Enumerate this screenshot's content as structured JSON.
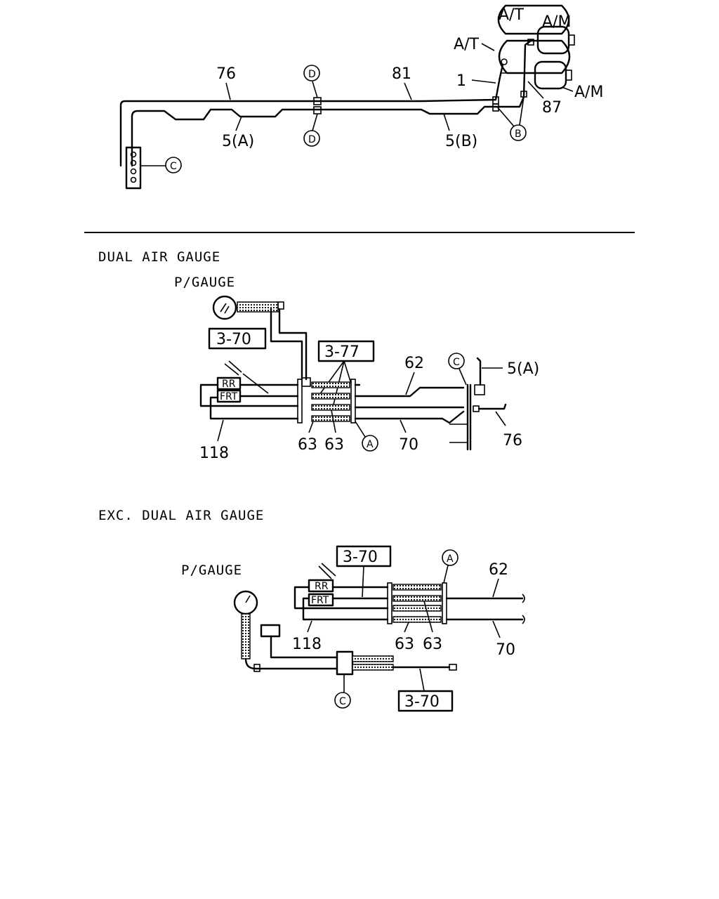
{
  "top": {
    "tank1": "A/T",
    "tank2": "A/T",
    "tank3": "A/M",
    "tank4": "A/M",
    "lbl_76": "76",
    "lbl_81": "81",
    "lbl_1": "1",
    "lbl_87": "87",
    "lbl_5a": "5(A)",
    "lbl_5b": "5(B)",
    "circ_d_top": "D",
    "circ_d_bot": "D",
    "circ_b": "B",
    "circ_c": "C"
  },
  "dual": {
    "title": "DUAL AIR GAUGE",
    "gauge": "P/GAUGE",
    "box_370": "3-70",
    "box_377": "3-77",
    "rr": "RR",
    "frt": "FRT",
    "lbl_62": "62",
    "lbl_5a": "5(A)",
    "lbl_118": "118",
    "lbl_63a": "63",
    "lbl_63b": "63",
    "lbl_70": "70",
    "lbl_76": "76",
    "circ_a": "A",
    "circ_c": "C"
  },
  "exc": {
    "title": "EXC. DUAL AIR GAUGE",
    "gauge": "P/GAUGE",
    "box_370a": "3-70",
    "box_370b": "3-70",
    "rr": "RR",
    "frt": "FRT",
    "lbl_62": "62",
    "lbl_118": "118",
    "lbl_63a": "63",
    "lbl_63b": "63",
    "lbl_70": "70",
    "circ_a": "A",
    "circ_c": "C"
  }
}
